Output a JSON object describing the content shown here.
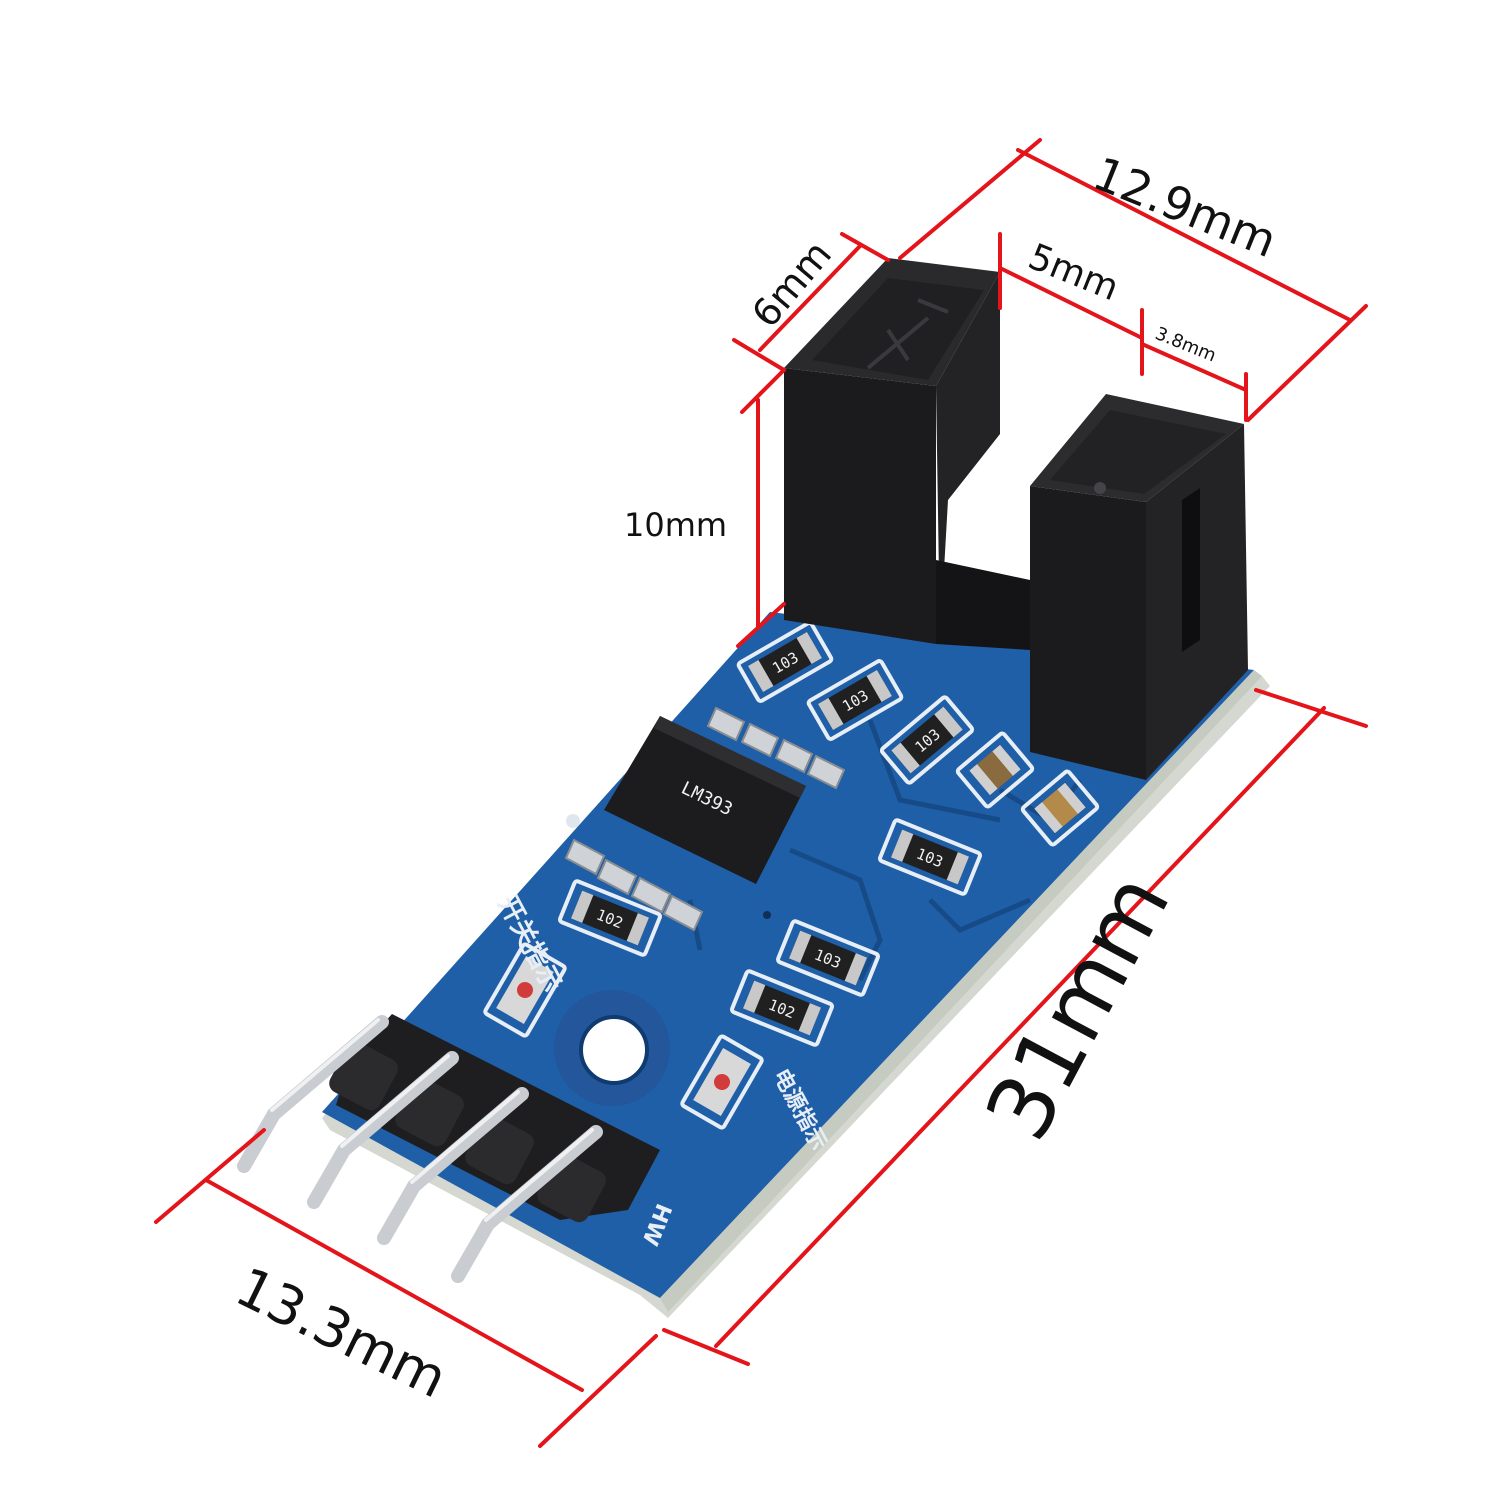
{
  "colors": {
    "dimension_line": "#e4141b",
    "pcb_blue": "#1f5fa8",
    "pcb_blue_dark": "#174b87",
    "pcb_edge": "#d9ddd6",
    "sensor_black": "#1b1b1d",
    "pin_silver": "#c9ccd0",
    "label_text": "#111111"
  },
  "dimensions": {
    "overall_width": "12.9mm",
    "gap": "5mm",
    "arm_width": "3.8mm",
    "depth": "6mm",
    "height": "10mm",
    "length": "31mm",
    "board_width": "13.3mm"
  },
  "board": {
    "silkscreen_left": "开关指示",
    "silkscreen_right": "电源指示",
    "pin_labels": "+ ",
    "brand": "HW",
    "resistor_codes": [
      "103",
      "103",
      "103",
      "103",
      "102",
      "103",
      "102"
    ],
    "ic_marking": "LM393"
  }
}
